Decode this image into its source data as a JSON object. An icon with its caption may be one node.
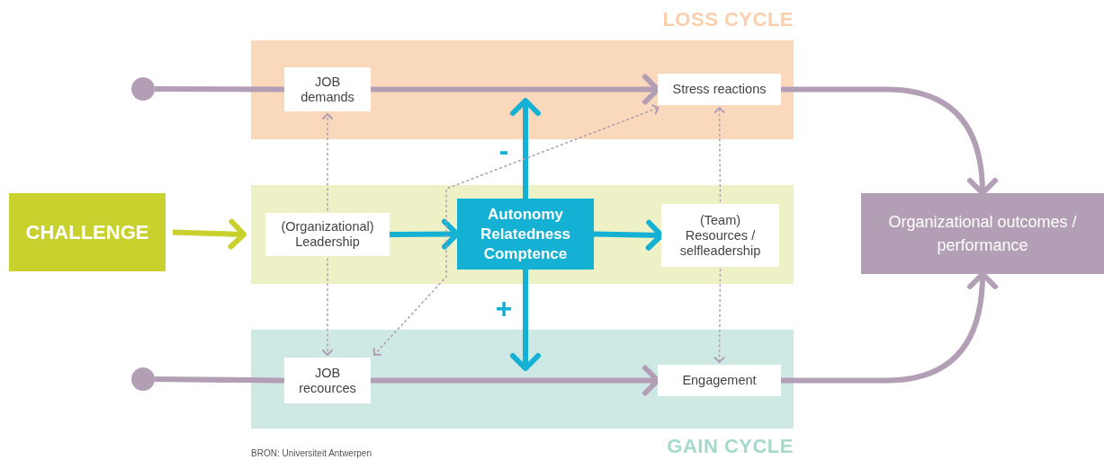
{
  "diagram": {
    "nodes": [
      {
        "text": [
          "LOSS CYCLE"
        ]
      },
      {
        "text": [
          "JOB demands"
        ],
        "in": 0
      },
      {
        "text": [
          "Stress reactions"
        ],
        "in": 0
      },
      {
        "text": [],
        "shape": "box"
      },
      {
        "text": [
          "(Organizational) Leadership"
        ],
        "in": 3
      },
      {
        "text": [
          "Autonomy Relatedness Comptence"
        ],
        "in": 3
      },
      {
        "text": [
          "(Team) Resources / selfleadership"
        ],
        "in": 3
      },
      {
        "text": [
          "GAIN CYCLE"
        ]
      },
      {
        "text": [
          "JOB recources"
        ],
        "in": 7
      },
      {
        "text": [
          "Engagement"
        ],
        "in": 7
      },
      {
        "text": [
          "CHALLENGE"
        ]
      },
      {
        "text": [
          "Organizational outcomes / performance"
        ]
      },
      {
        "text": [],
        "shape": "circle"
      },
      {
        "text": [],
        "shape": "circle"
      }
    ],
    "edges": [
      {
        "from": 12,
        "to": 1,
        "arrow": "none"
      },
      {
        "from": 1,
        "to": 2,
        "arrow": "to"
      },
      {
        "from": 2,
        "to": 11,
        "arrow": "to"
      },
      {
        "from": 13,
        "to": 8,
        "arrow": "none"
      },
      {
        "from": 8,
        "to": 9,
        "arrow": "to"
      },
      {
        "from": 9,
        "to": 11,
        "arrow": "to"
      },
      {
        "from": 10,
        "to": 3,
        "arrow": "to",
        "color": "#c9d12e"
      },
      {
        "from": 4,
        "to": 5,
        "arrow": "to",
        "color": "#14b1d5"
      },
      {
        "from": 5,
        "to": 6,
        "arrow": "to",
        "color": "#14b1d5"
      },
      {
        "from": 5,
        "to": 0,
        "arrow": "to",
        "label": "-",
        "color": "#14b1d5"
      },
      {
        "from": 5,
        "to": 7,
        "arrow": "to",
        "label": "+",
        "color": "#14b1d5"
      },
      {
        "from": 4,
        "to": 1,
        "arrow": "to",
        "style": "dashed"
      },
      {
        "from": 4,
        "to": 8,
        "arrow": "to",
        "style": "dashed"
      },
      {
        "from": 8,
        "to": 2,
        "arrow": "both",
        "style": "dashed"
      },
      {
        "from": 6,
        "to": 2,
        "arrow": "to",
        "style": "dashed"
      },
      {
        "from": 6,
        "to": 9,
        "arrow": "to",
        "style": "dashed"
      }
    ],
    "labels": [
      "BRON: Universiteit Antwerpen"
    ]
  }
}
